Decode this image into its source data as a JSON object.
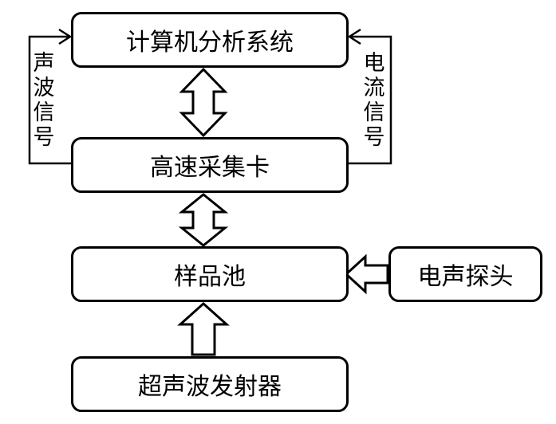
{
  "nodes": {
    "computer": "计算机分析系统",
    "daq": "高速采集卡",
    "sample_cell": "样品池",
    "emat_probe": "电声探头",
    "ultrasonic_emitter": "超声波发射器"
  },
  "edge_labels": {
    "acoustic_signal": "声波信号",
    "current_signal": "电流信号"
  }
}
